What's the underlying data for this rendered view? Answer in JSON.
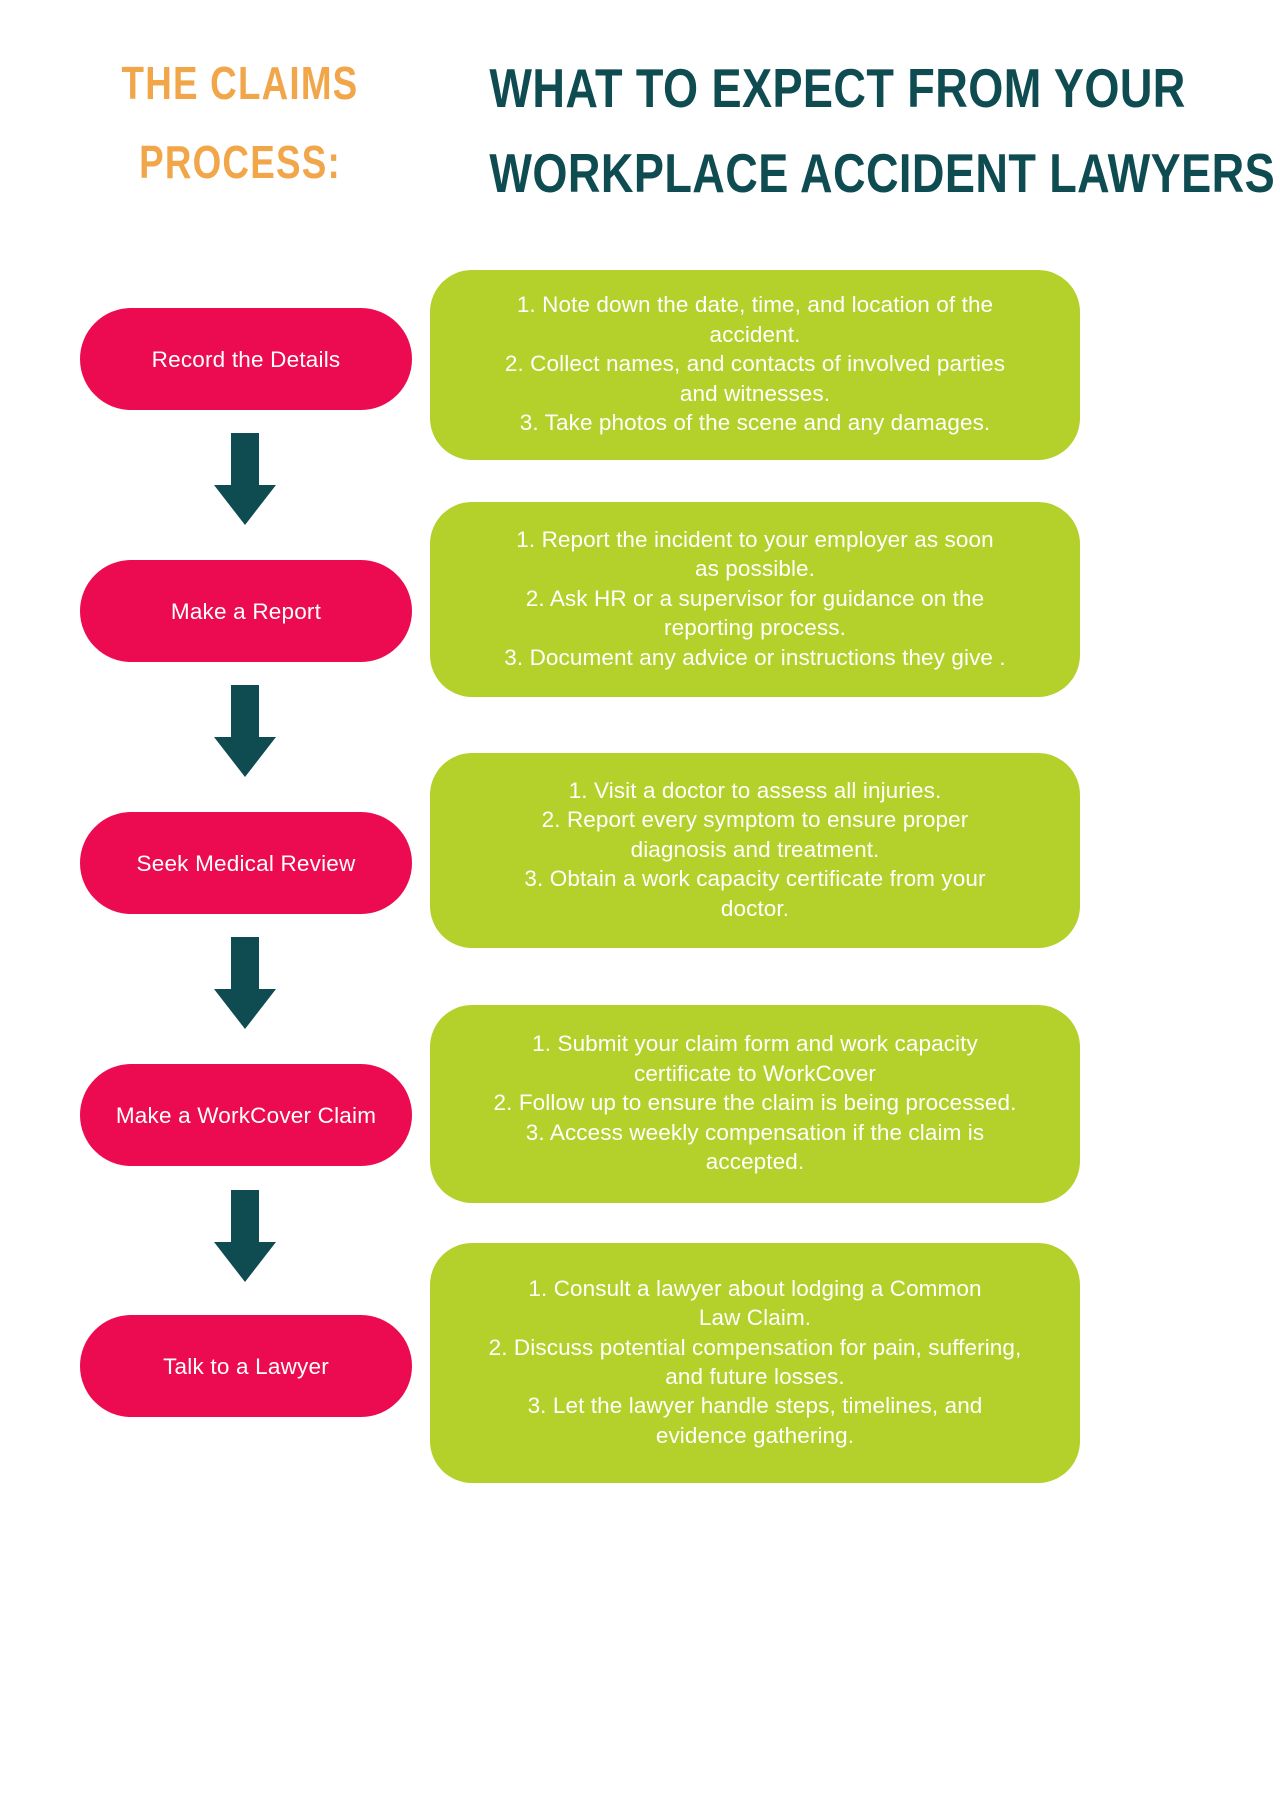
{
  "header": {
    "left_heading_lines": [
      "THE CLAIMS",
      "PROCESS:"
    ],
    "title_lines": [
      "WHAT TO EXPECT FROM YOUR",
      "WORKPLACE ACCIDENT LAWYERS"
    ],
    "left_heading_color": "#f2a64a",
    "title_color": "#0f4c52"
  },
  "colors": {
    "pill": "#ec0b50",
    "card": "#b4d02b",
    "arrow": "#0f4c52",
    "card_text": "#ffffff",
    "pill_text": "#ffffff",
    "background": "#ffffff"
  },
  "steps": [
    {
      "label": "Record the Details",
      "details": [
        "1. Note down the date, time, and location of the",
        "accident.",
        "2. Collect names, and contacts of involved parties",
        "and witnesses.",
        "3. Take photos of the scene and any damages."
      ]
    },
    {
      "label": "Make a Report",
      "details": [
        "1. Report the incident to your employer as soon",
        "as possible.",
        "2. Ask HR or a supervisor for guidance on the",
        "reporting process.",
        "3. Document any advice or instructions they give ."
      ]
    },
    {
      "label": "Seek Medical Review",
      "details": [
        "1. Visit a doctor to assess all injuries.",
        "2. Report every symptom to ensure proper",
        "diagnosis and treatment.",
        "3. Obtain a work capacity certificate from your",
        "doctor."
      ]
    },
    {
      "label": "Make a WorkCover Claim",
      "details": [
        "1. Submit your claim form and work capacity",
        "certificate to WorkCover",
        "2. Follow up to ensure the claim is being processed.",
        "3. Access weekly compensation if the claim is",
        "accepted."
      ]
    },
    {
      "label": "Talk to a Lawyer",
      "details": [
        "1. Consult a lawyer about lodging a Common",
        "Law Claim.",
        "2. Discuss potential compensation for pain, suffering,",
        "and future losses.",
        "3. Let the lawyer handle steps, timelines, and",
        "evidence gathering."
      ]
    }
  ],
  "arrows": {
    "count": 4,
    "icon": "arrow-down-icon"
  }
}
